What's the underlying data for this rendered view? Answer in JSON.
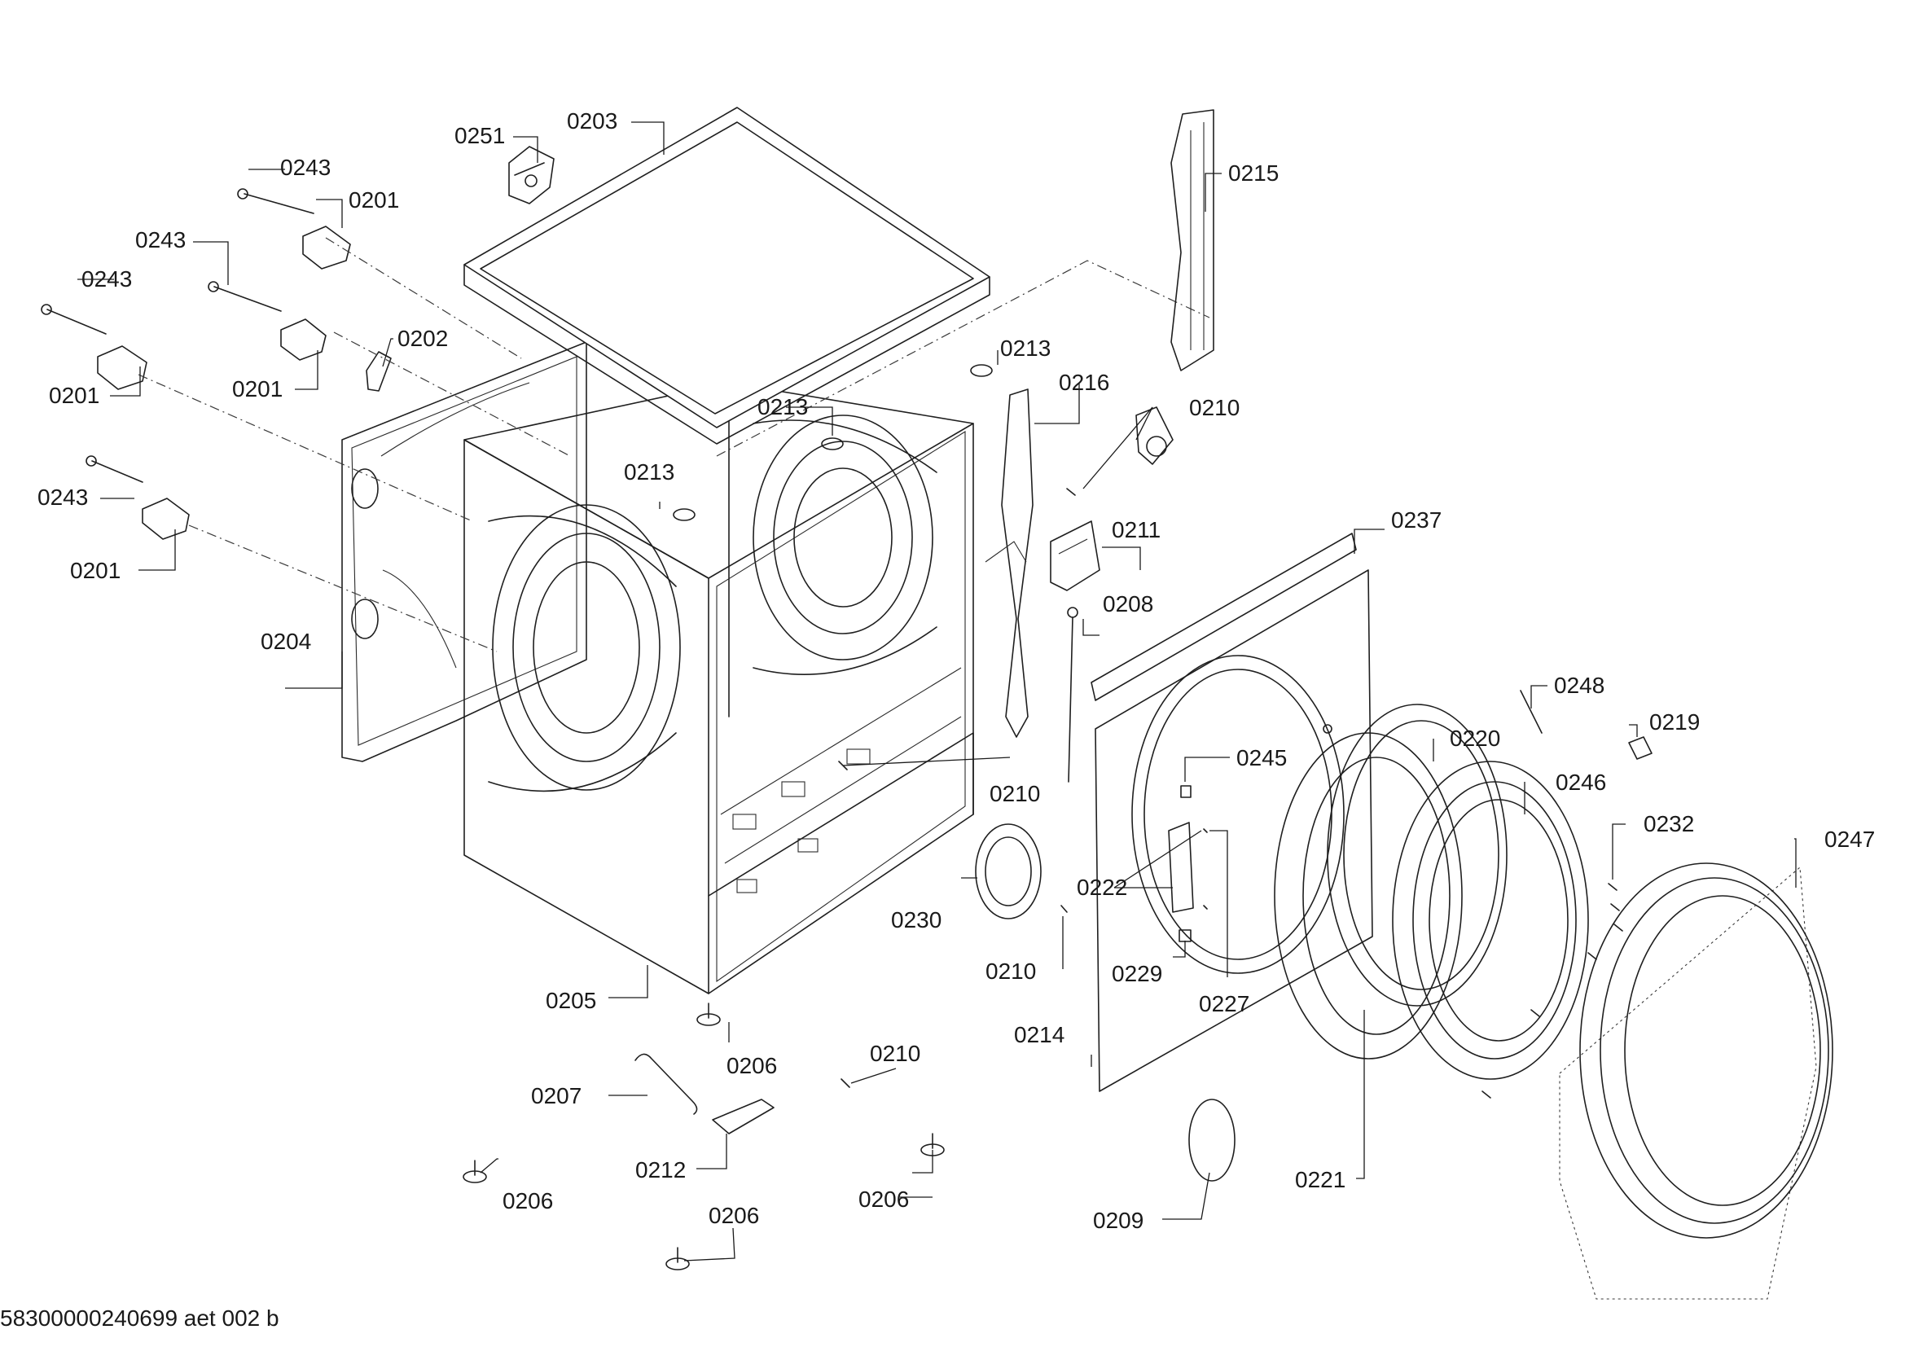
{
  "footer_code": "58300000240699 aet 002 b",
  "labels": [
    "0203",
    "0251",
    "0243",
    "0201",
    "0243",
    "0243",
    "0201",
    "0202",
    "0201",
    "0243",
    "0201",
    "0215",
    "0213",
    "0216",
    "0213",
    "0210",
    "0213",
    "0211",
    "0237",
    "0208",
    "0204",
    "0248",
    "0219",
    "0220",
    "0210",
    "0245",
    "0246",
    "0232",
    "0247",
    "0222",
    "0230",
    "0229",
    "0210",
    "0227",
    "0205",
    "0214",
    "0206",
    "0210",
    "0207",
    "0212",
    "0206",
    "0221",
    "0206",
    "0209",
    "0206"
  ]
}
